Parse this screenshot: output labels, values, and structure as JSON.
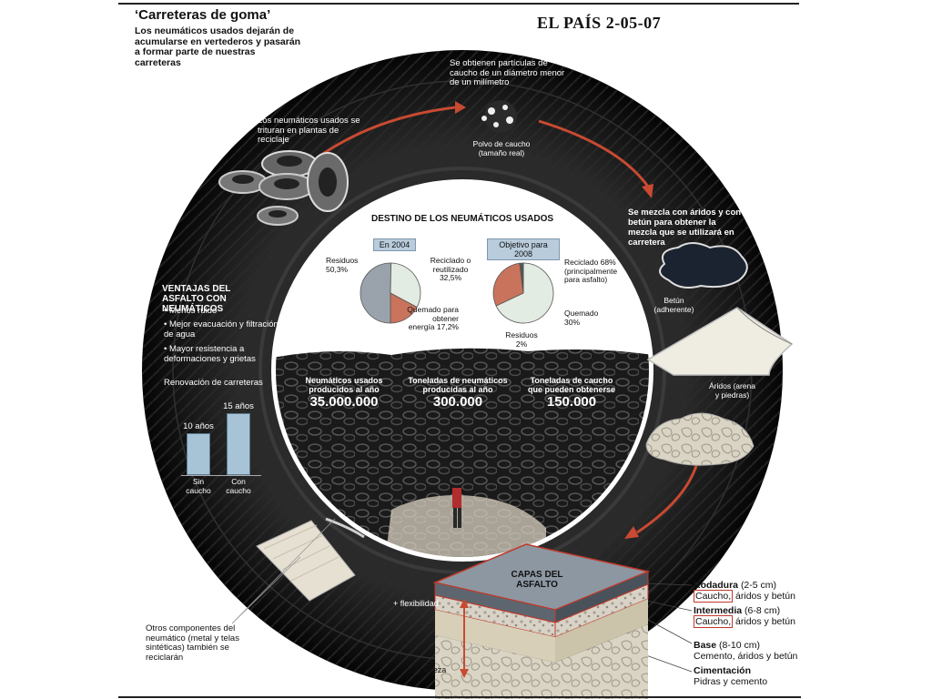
{
  "header": {
    "title": "‘Carreteras de goma’",
    "subtitle": "Los neumáticos usados dejarán de acumularse en vertederos y pasarán a formar parte de nuestras carreteras",
    "masthead": "EL PAÍS  2-05-07"
  },
  "process": {
    "step1": "Los neumáticos usados se trituran en plantas de reciclaje",
    "step2": "Se obtienen partículas de caucho de un diámetro menor de un milímetro",
    "powder_label": "Polvo de caucho",
    "powder_note": "(tamaño real)",
    "step3": "Se mezcla con áridos y con betún para obtener la mezcla que se utilizará en carretera",
    "betun_label": "Betún",
    "betun_note": "(adherente)",
    "aridos_label": "Áridos (arena y piedras)"
  },
  "destino": {
    "title": "DESTINO DE LOS NEUMÁTICOS USADOS",
    "chart2004": {
      "tag": "En 2004",
      "residuos": "Residuos 50,3%",
      "reciclado": "Reciclado o reutilizado 32,5%",
      "quemado": "Quemado para obtener energía 17,2%"
    },
    "chart2008": {
      "tag": "Objetivo para 2008",
      "reciclado": "Reciclado 68% (principalmente para asfalto)",
      "quemado": "Quemado 30%",
      "residuos": "Residuos 2%"
    }
  },
  "stats": [
    {
      "label": "Neumáticos usados producidos al año",
      "value": "35.000.000"
    },
    {
      "label": "Toneladas de neumáticos producidas al año",
      "value": "300.000"
    },
    {
      "label": "Toneladas de caucho que pueden obtenerse",
      "value": "150.000"
    }
  ],
  "ventajas": {
    "title": "VENTAJAS DEL ASFALTO CON NEUMÁTICOS",
    "items": [
      "• Menos ruido",
      "• Mejor evacuación y filtración de agua",
      "• Mayor resistencia a deformaciones y grietas"
    ]
  },
  "renovacion": {
    "title": "Renovación de carreteras"
  },
  "other_components": "Otros componentes del neumático (metal y telas sintéticas) también se reciclarán",
  "asfalto": {
    "title": "CAPAS DEL ASFALTO",
    "flexibilidad": "+ flexibilidad",
    "dureza": "+ dureza",
    "layers": [
      {
        "name": "Rodadura",
        "range": "(2-5 cm)",
        "caucho": "Caucho,",
        "rest": "áridos y betún"
      },
      {
        "name": "Intermedia",
        "range": "(6-8 cm)",
        "caucho": "Caucho,",
        "rest": "áridos y betún"
      },
      {
        "name": "Base",
        "range": "(8-10 cm)",
        "desc": "Cemento, áridos y betún"
      },
      {
        "name": "Cimentación",
        "desc": "Pidras y cemento"
      }
    ]
  },
  "colors": {
    "tire": "#141414",
    "red_arrow": "#c84a32",
    "bar_blue": "#a7c3d6",
    "pie_green": "#e3ece3",
    "pie_red": "#c9735c",
    "pie_gray": "#9aa3ab"
  },
  "chart_data": [
    {
      "type": "pie",
      "title": "En 2004",
      "categories": [
        "Residuos",
        "Reciclado o reutilizado",
        "Quemado para obtener energía"
      ],
      "values": [
        50.3,
        32.5,
        17.2
      ]
    },
    {
      "type": "pie",
      "title": "Objetivo para 2008",
      "categories": [
        "Reciclado",
        "Quemado",
        "Residuos"
      ],
      "values": [
        68,
        30,
        2
      ]
    },
    {
      "type": "bar",
      "title": "Renovación de carreteras",
      "categories": [
        "Sin caucho",
        "Con caucho"
      ],
      "values": [
        10,
        15
      ],
      "labels": [
        "10 años",
        "15 años"
      ]
    }
  ]
}
